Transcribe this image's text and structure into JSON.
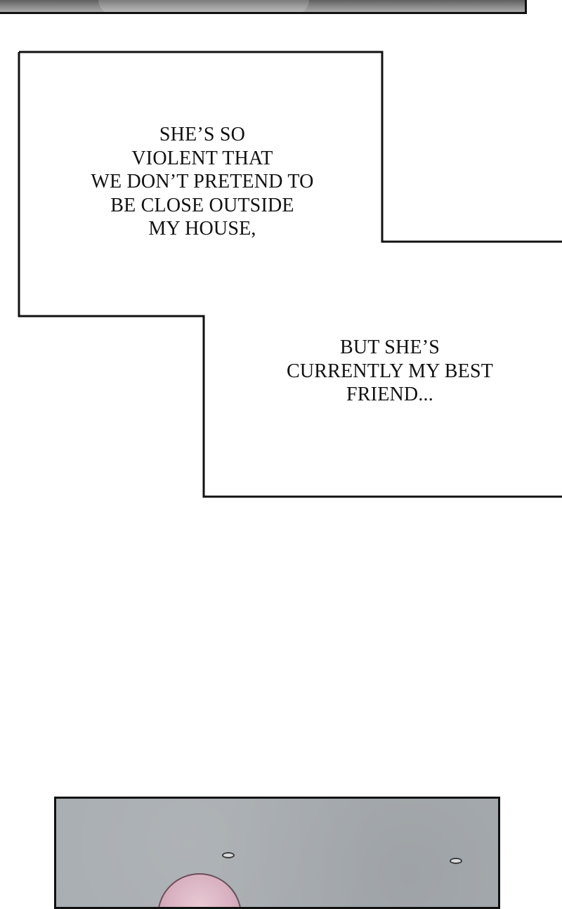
{
  "caption_1": {
    "lines": [
      "SHE’S SO",
      "VIOLENT THAT",
      "WE DON’T PRETEND TO",
      "BE CLOSE OUTSIDE",
      "MY HOUSE,"
    ]
  },
  "caption_2": {
    "lines": [
      "BUT SHE’S",
      "CURRENTLY MY BEST",
      "FRIEND..."
    ]
  },
  "colors": {
    "border": "#111111",
    "panel_gray": "#a8adb1",
    "hair_pink": "#d9b1c0"
  }
}
